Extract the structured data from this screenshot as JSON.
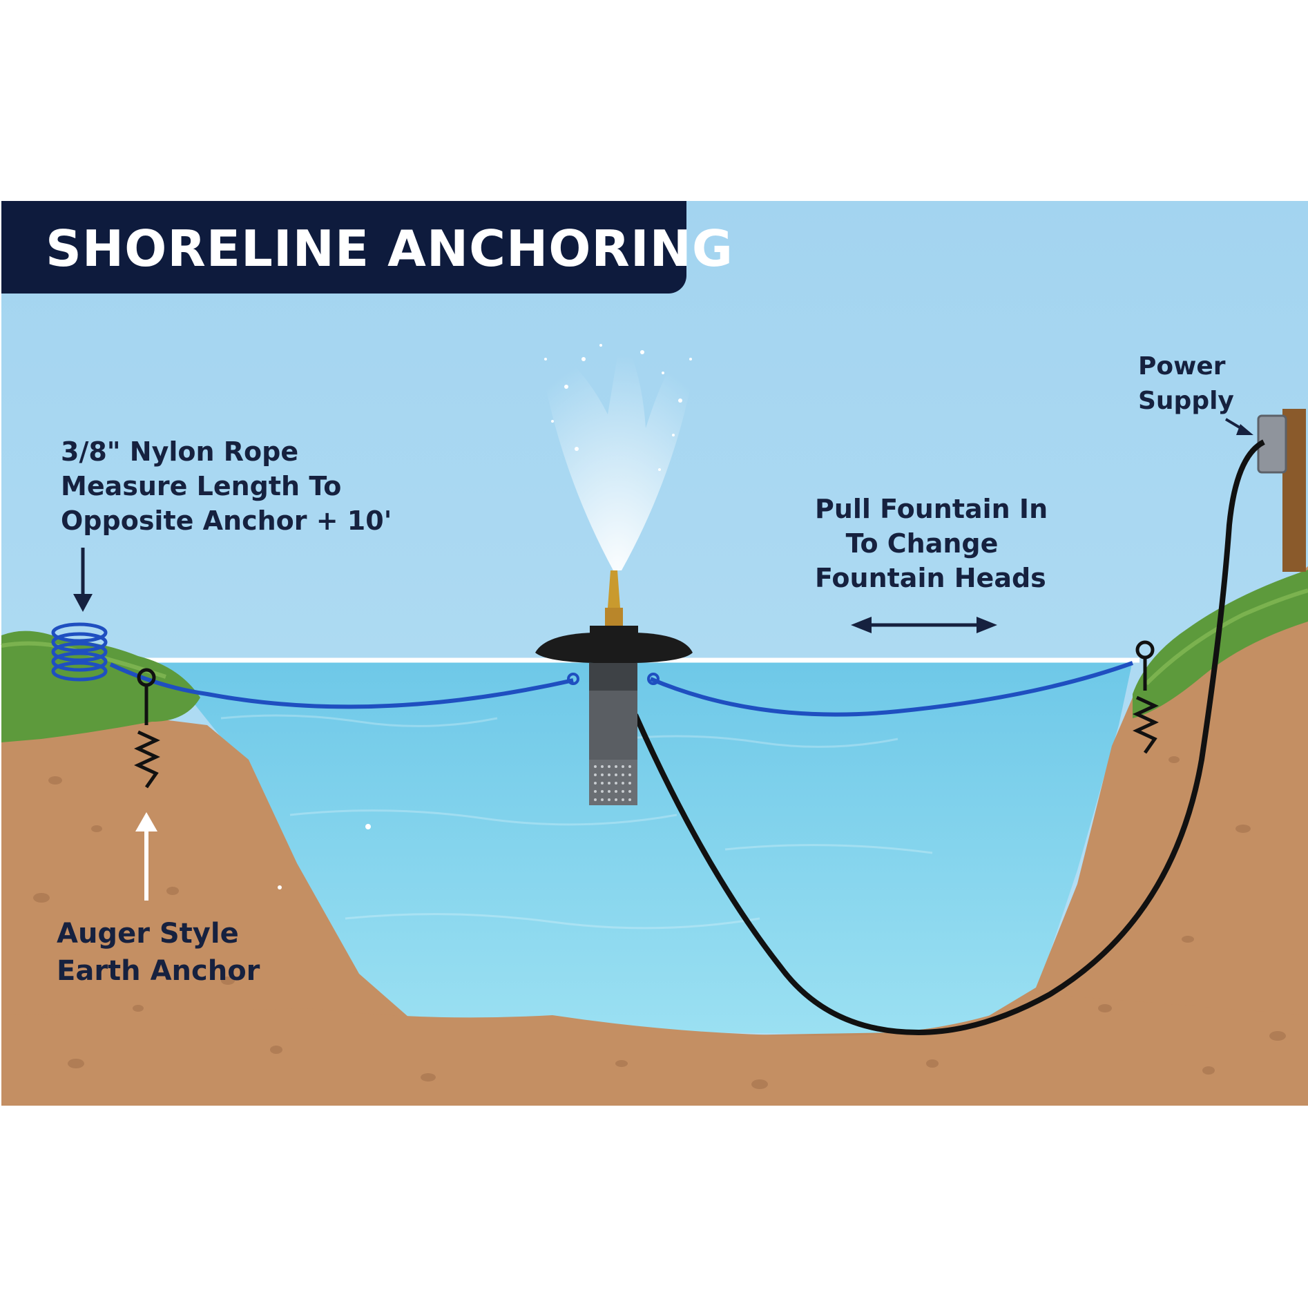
{
  "title": "SHORELINE ANCHORING",
  "labels": {
    "rope": [
      "3/8\" Nylon Rope",
      "Measure Length To",
      "Opposite Anchor + 10'"
    ],
    "anchor": [
      "Auger Style",
      "Earth Anchor"
    ],
    "pull": [
      "Pull Fountain In",
      "To Change",
      "Fountain Heads"
    ],
    "power": [
      "Power",
      "Supply"
    ]
  },
  "colors": {
    "banner": "#0e1b3d",
    "sky": "#a8d8f2",
    "water": "#7cd0ea",
    "soil": "#c48f63",
    "grass": "#5d9a3c",
    "rope": "#1f4fc0",
    "cable": "#111111",
    "label_text": "#16213f"
  },
  "icons": [
    "rope-coil-icon",
    "auger-anchor-icon",
    "fountain-float-icon",
    "power-supply-box-icon",
    "double-arrow-icon"
  ]
}
